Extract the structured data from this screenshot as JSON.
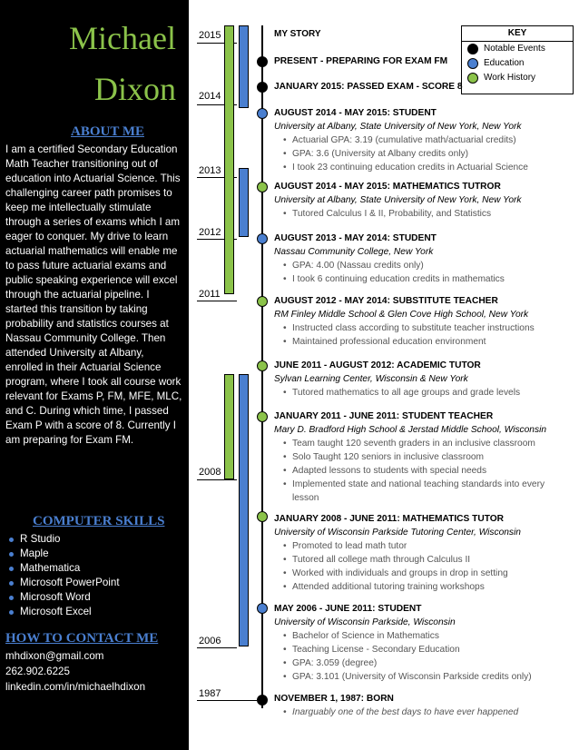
{
  "name": {
    "first": "Michael",
    "last": "Dixon"
  },
  "about": {
    "heading": "ABOUT ME",
    "text": "I am a certified Secondary Education Math Teacher transitioning out of education into Actuarial Science.  This challenging career path promises to keep me intellectually stimulate through a series of exams which I am eager to conquer.  My drive to learn actuarial mathematics will enable me to pass future actuarial exams and public speaking experience will excel through the actuarial pipeline.  I started this transition by taking probability and statistics courses at Nassau Community College.  Then attended University at Albany, enrolled in their Actuarial Science program, where I took all course work relevant for Exams P, FM, MFE, MLC, and C.  During which time, I passed Exam P with a score of 8.  Currently I am preparing for Exam FM."
  },
  "skills": {
    "heading": "COMPUTER SKILLS",
    "items": [
      "R Studio",
      "Maple",
      "Mathematica",
      "Microsoft PowerPoint",
      "Microsoft Word",
      "Microsoft Excel"
    ]
  },
  "contact": {
    "heading": "HOW TO CONTACT ME",
    "email": "mhdixon@gmail.com",
    "phone": "262.902.6225",
    "linkedin": "linkedin.com/in/michaelhdixon"
  },
  "timeline": {
    "title": "MY STORY",
    "years": [
      "2015",
      "2014",
      "2013",
      "2012",
      "2011",
      "2008",
      "2006",
      "1987"
    ]
  },
  "key": {
    "heading": "KEY",
    "items": [
      {
        "label": "Notable Events",
        "color": "#000000"
      },
      {
        "label": "Education",
        "color": "#4a7fd0"
      },
      {
        "label": "Work History",
        "color": "#8bc34a"
      }
    ]
  },
  "entries": [
    {
      "title": "PRESENT - PREPARING FOR EXAM FM",
      "subtitle": "",
      "bullets": [],
      "type": "event"
    },
    {
      "title": "JANUARY 2015: PASSED EXAM - SCORE 8",
      "subtitle": "",
      "bullets": [],
      "type": "event"
    },
    {
      "title": "AUGUST 2014 - MAY 2015: STUDENT",
      "subtitle": "University at Albany, State University of New York, New York",
      "bullets": [
        "Actuarial GPA: 3.19 (cumulative math/actuarial credits)",
        "GPA: 3.6 (University at Albany credits only)",
        "I took 23 continuing education credits in Actuarial Science"
      ],
      "type": "education"
    },
    {
      "title": "AUGUST 2014 - MAY 2015: MATHEMATICS TUTROR",
      "subtitle": "University at Albany, State University of New York, New York",
      "bullets": [
        "Tutored Calculus I & II, Probability, and Statistics"
      ],
      "type": "work"
    },
    {
      "title": "AUGUST 2013 - MAY 2014: STUDENT",
      "subtitle": "Nassau Community College, New York",
      "bullets": [
        "GPA: 4.00 (Nassau credits only)",
        "I took 6 continuing education credits in mathematics"
      ],
      "type": "education"
    },
    {
      "title": "AUGUST 2012 - MAY  2014: SUBSTITUTE TEACHER",
      "subtitle": "RM Finley Middle School & Glen Cove High School, New York",
      "bullets": [
        "Instructed class according to substitute teacher instructions",
        "Maintained professional education environment"
      ],
      "type": "work"
    },
    {
      "title": "JUNE 2011 - AUGUST 2012: ACADEMIC TUTOR",
      "subtitle": "Sylvan Learning Center, Wisconsin & New York",
      "bullets": [
        "Tutored mathematics to all age groups and grade levels"
      ],
      "type": "work"
    },
    {
      "title": "JANUARY 2011 - JUNE 2011: STUDENT TEACHER",
      "subtitle": "Mary D. Bradford High School & Jerstad Middle School, Wisconsin",
      "bullets": [
        "Team taught 120 seventh graders in an inclusive classroom",
        "Solo Taught 120 seniors in inclusive classroom",
        "Adapted lessons to students with special needs",
        "Implemented state and national teaching standards into every lesson"
      ],
      "type": "work"
    },
    {
      "title": "JANUARY  2008 - JUNE 2011: MATHEMATICS TUTOR",
      "subtitle": "University of Wisconsin Parkside Tutoring Center, Wisconsin",
      "bullets": [
        "Promoted to lead math tutor",
        "Tutored all college math through Calculus II",
        "Worked with individuals and groups in drop in setting",
        "Attended additional tutoring training workshops"
      ],
      "type": "work"
    },
    {
      "title": "MAY 2006 - JUNE 2011: STUDENT",
      "subtitle": "University of Wisconsin Parkside, Wisconsin",
      "bullets": [
        "Bachelor of Science in Mathematics",
        "Teaching License - Secondary Education",
        "GPA: 3.059 (degree)",
        "GPA: 3.101 (University of Wisconsin Parkside credits only)"
      ],
      "type": "education"
    },
    {
      "title": "NOVEMBER 1, 1987: BORN",
      "subtitle": "",
      "bullets": [
        "Inarguably one of the best days to have ever happened"
      ],
      "type": "event",
      "italic_bullets": true
    }
  ]
}
